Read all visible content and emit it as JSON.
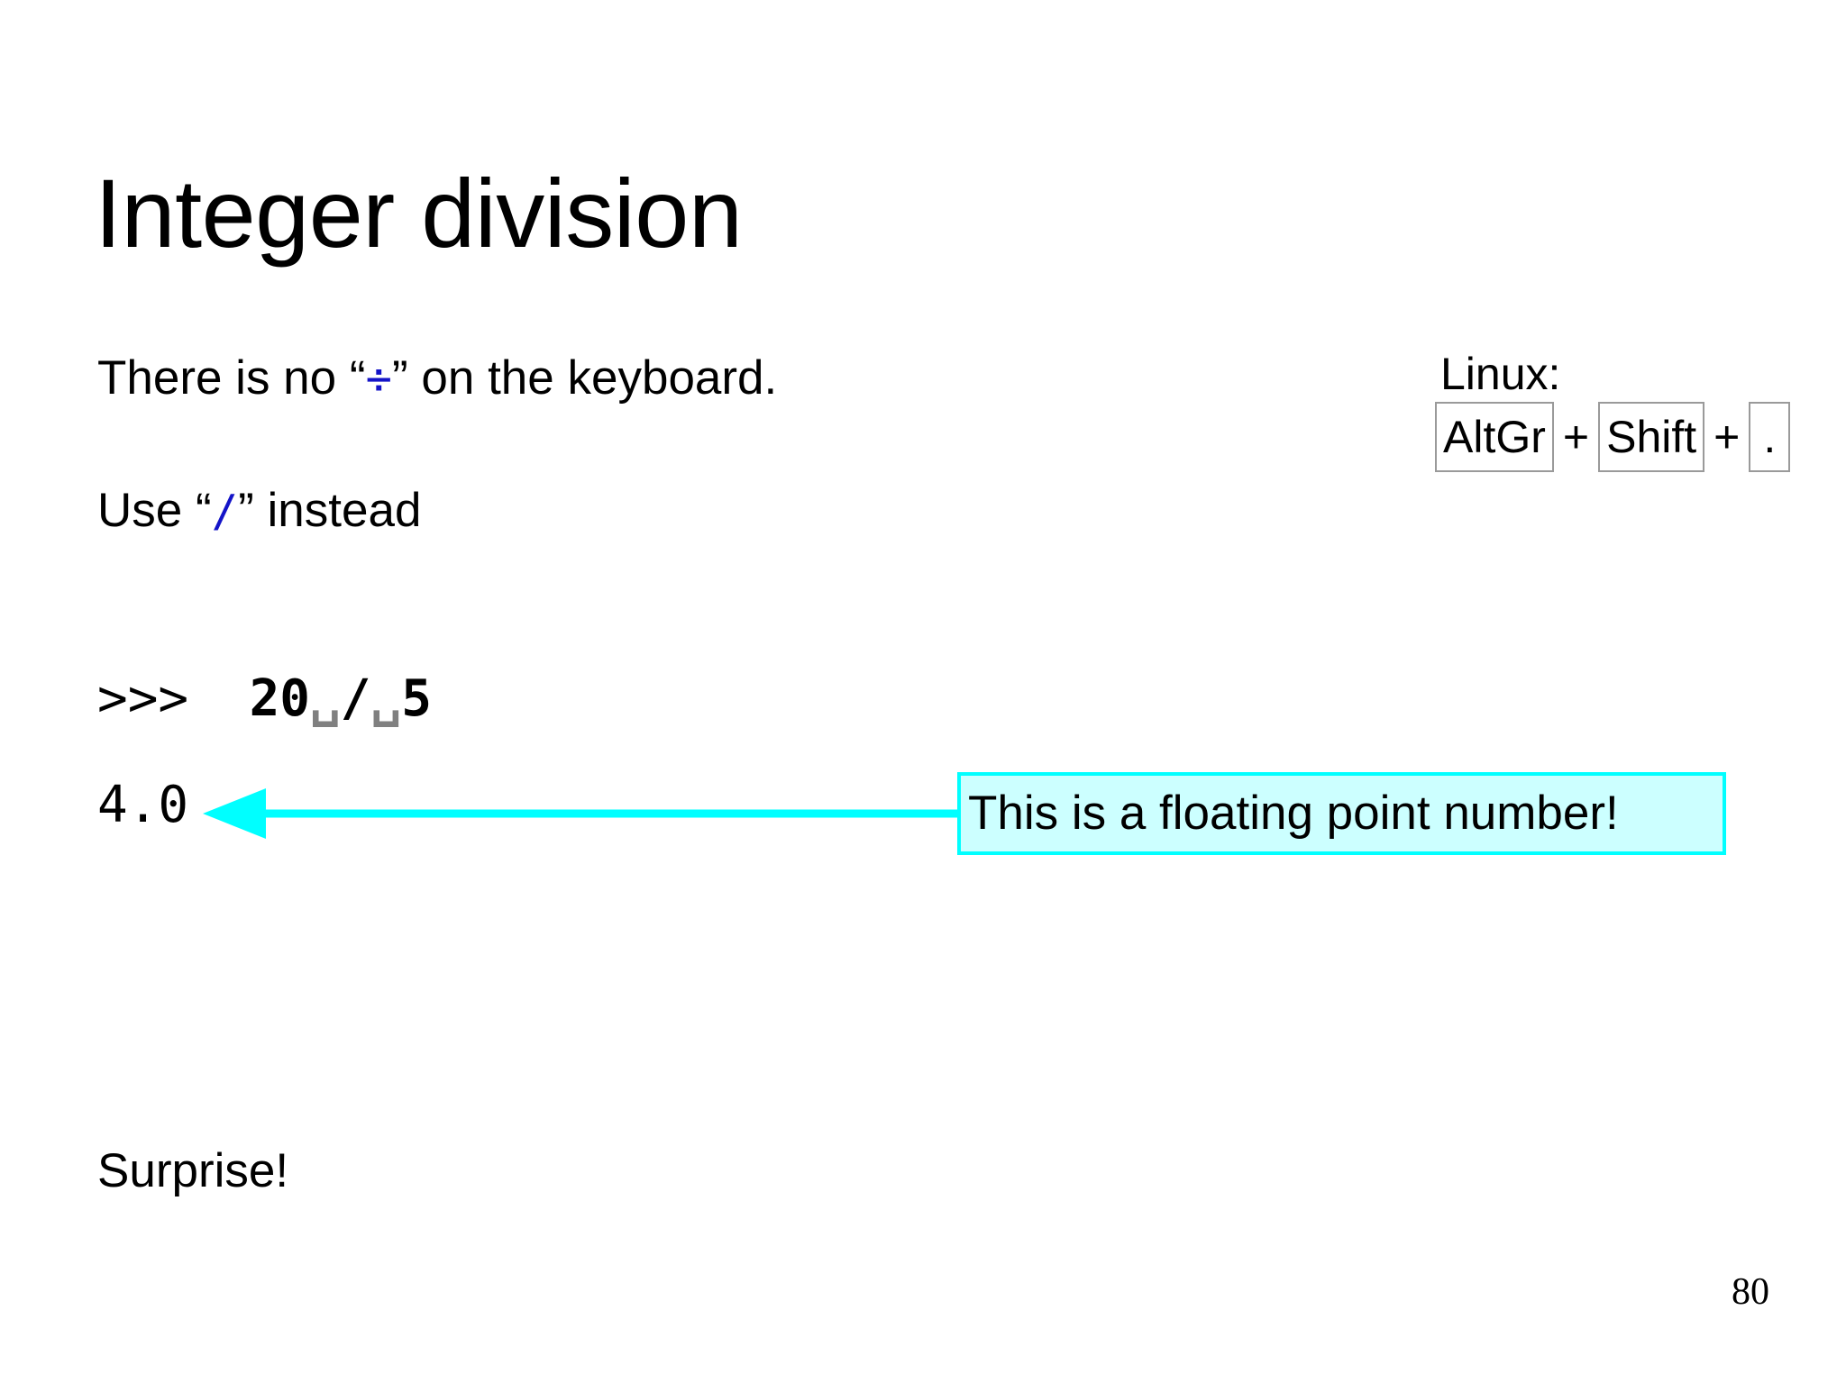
{
  "slide": {
    "title": "Integer division",
    "page_number": "80",
    "background_color": "#ffffff"
  },
  "body": {
    "no_divide_prefix": "There is no “",
    "divide_symbol": "÷",
    "no_divide_suffix": "” on the keyboard.",
    "use_prefix": "Use “",
    "slash_symbol": "/",
    "use_suffix": "” instead",
    "surprise": "Surprise!",
    "accent_color": "#1414c8"
  },
  "linux_shortcut": {
    "label": "Linux:",
    "keys": [
      "AltGr",
      "Shift",
      "."
    ],
    "separator": "+",
    "border_color": "#9a9a9a"
  },
  "repl": {
    "prompt": ">>>",
    "expression_tokens": [
      "20",
      "␣",
      "/",
      "␣",
      "5"
    ],
    "expression_plain": "20 / 5",
    "result": "4.0",
    "space_marker_color": "#808080"
  },
  "callout": {
    "text": "This is a floating point number!",
    "fill_color": "#ccffff",
    "border_color": "#00ffff",
    "arrow_color": "#00ffff",
    "arrow_direction": "left",
    "points_to": "4.0"
  }
}
